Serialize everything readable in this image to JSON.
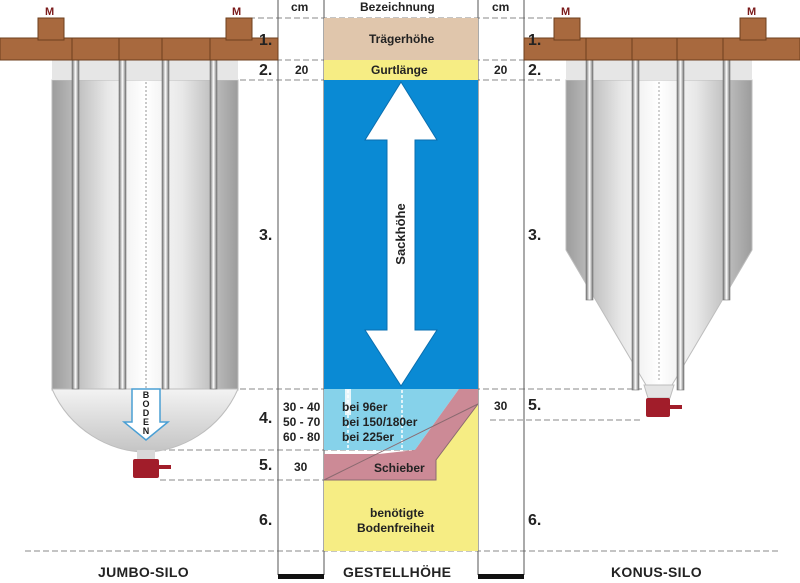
{
  "header": {
    "cm_left": "cm",
    "bezeichnung": "Bezeichnung",
    "cm_right": "cm"
  },
  "numbers": {
    "left": [
      "1.",
      "2.",
      "3.",
      "4.",
      "5.",
      "6."
    ],
    "right": [
      "1.",
      "2.",
      "3.",
      "5.",
      "6."
    ]
  },
  "center": {
    "traegerhoehe": "Trägerhöhe",
    "gurtlaenge": "Gurtlänge",
    "sackhoehe": "Sackhöhe",
    "bei": [
      "bei 96er",
      "bei 150/180er",
      "bei 225er"
    ],
    "schieber": "Schieber",
    "bodenfreiheit": [
      "benötigte",
      "Bodenfreiheit"
    ]
  },
  "values": {
    "gurt_left": "20",
    "gurt_right": "20",
    "ranges": [
      "30 - 40",
      "50 - 70",
      "60 - 80"
    ],
    "schieber_left": "30",
    "konus_right": "30"
  },
  "motor_label": "M",
  "boden_label": [
    "B",
    "O",
    "D",
    "E",
    "N"
  ],
  "bottom": {
    "jumbo": "JUMBO-SILO",
    "gestell": "GESTELLHÖHE",
    "konus": "KONUS-SILO"
  },
  "colors": {
    "beam": "#a8693e",
    "sack": "#0a8ad4",
    "traeger": "#e0c6ac",
    "gurt": "#f6ed84",
    "auslauf": "#86d2ea",
    "schieber": "#cc8a96",
    "valve": "#a11d2a"
  }
}
